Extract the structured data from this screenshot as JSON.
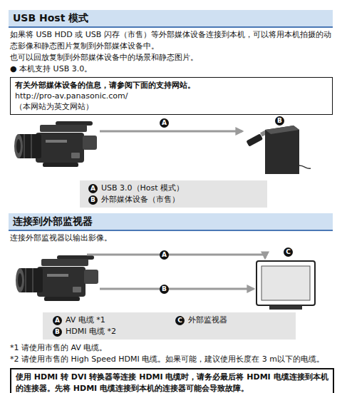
{
  "diagram": {
    "nodes": [
      {
        "text": [
          "USB Host 模式"
        ]
      },
      {
        "text": [
          "有关外部媒体设备的信息，请参阅下面的支持网站。",
          "http://pro-av.panasonic.com/",
          "（本网站为英文网站）"
        ]
      },
      {
        "text": [
          "A",
          "USB 3.0（Host 模式）",
          "B",
          "外部媒体设备（市售）"
        ]
      },
      {
        "text": [
          "连接到外部监视器"
        ]
      },
      {
        "text": [
          "A",
          "AV 电缆 *1",
          "C",
          "外部监视器",
          "B",
          "HDMI 电缆 *2"
        ]
      },
      {
        "text": [
          "使用 HDMI 转 DVI 转换器等连接 HDMI 电缆时，请务必最后将 HDMI 电缆连接到本机的连接器。先将 HDMI 电缆连接到本机的连接器可能会导致故障。"
        ]
      }
    ],
    "labels": [
      "如果将 USB HDD 或 USB 闪存（市售）等外部媒体设备连接到本机，可以将用本机拍摄的动态影像和静态图片复制到外部媒体设备中。",
      "也可以回放复制到外部媒体设备中的场景和静态图片。",
      "● 本机支持 USB 3.0。",
      "A",
      "B",
      "连接外部监视器以输出影像。",
      "A",
      "B",
      "C",
      "*1 请使用市售的 AV 电缆。",
      "*2 请使用市售的 High Speed HDMI 电缆。如果可能，建议使用长度在 3 m以下的电缆。"
    ]
  }
}
